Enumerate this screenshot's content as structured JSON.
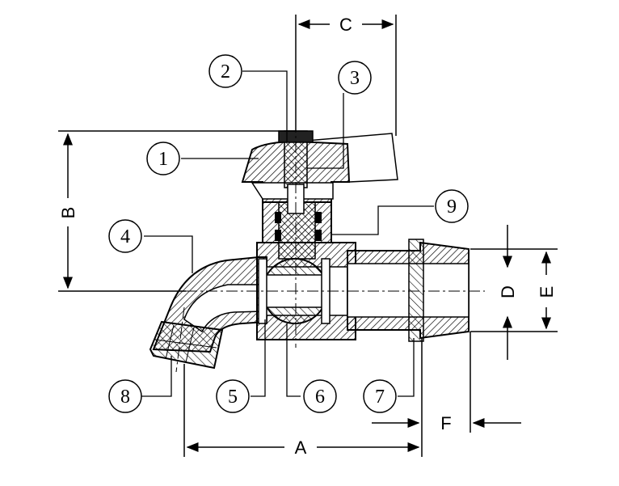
{
  "part_numbers": [
    "1",
    "2",
    "3",
    "4",
    "5",
    "6",
    "7",
    "8",
    "9"
  ],
  "dimensions": {
    "a": "A",
    "b": "B",
    "c": "C",
    "d": "D",
    "e": "E",
    "f": "F"
  },
  "colors": {
    "line": "#000000",
    "background": "#ffffff"
  }
}
